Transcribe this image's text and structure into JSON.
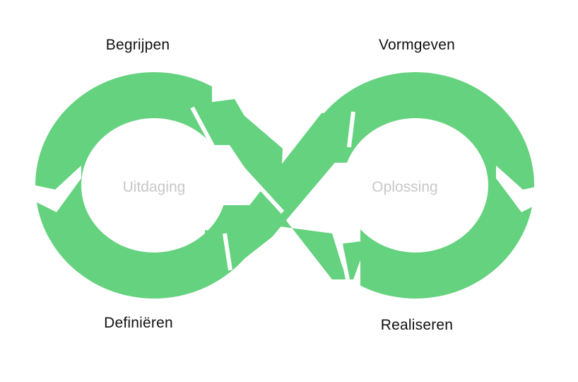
{
  "colors": {
    "loop_fill": "#64D27E",
    "separator": "#FFFFFF",
    "phase_text": "#111111",
    "center_text": "#C8C8C8"
  },
  "phases": {
    "begrijpen": "Begrijpen",
    "vormgeven": "Vormgeven",
    "definieren": "Definiëren",
    "realiseren": "Realiseren"
  },
  "centers": {
    "left": "Uitdaging",
    "right": "Oplossing"
  }
}
